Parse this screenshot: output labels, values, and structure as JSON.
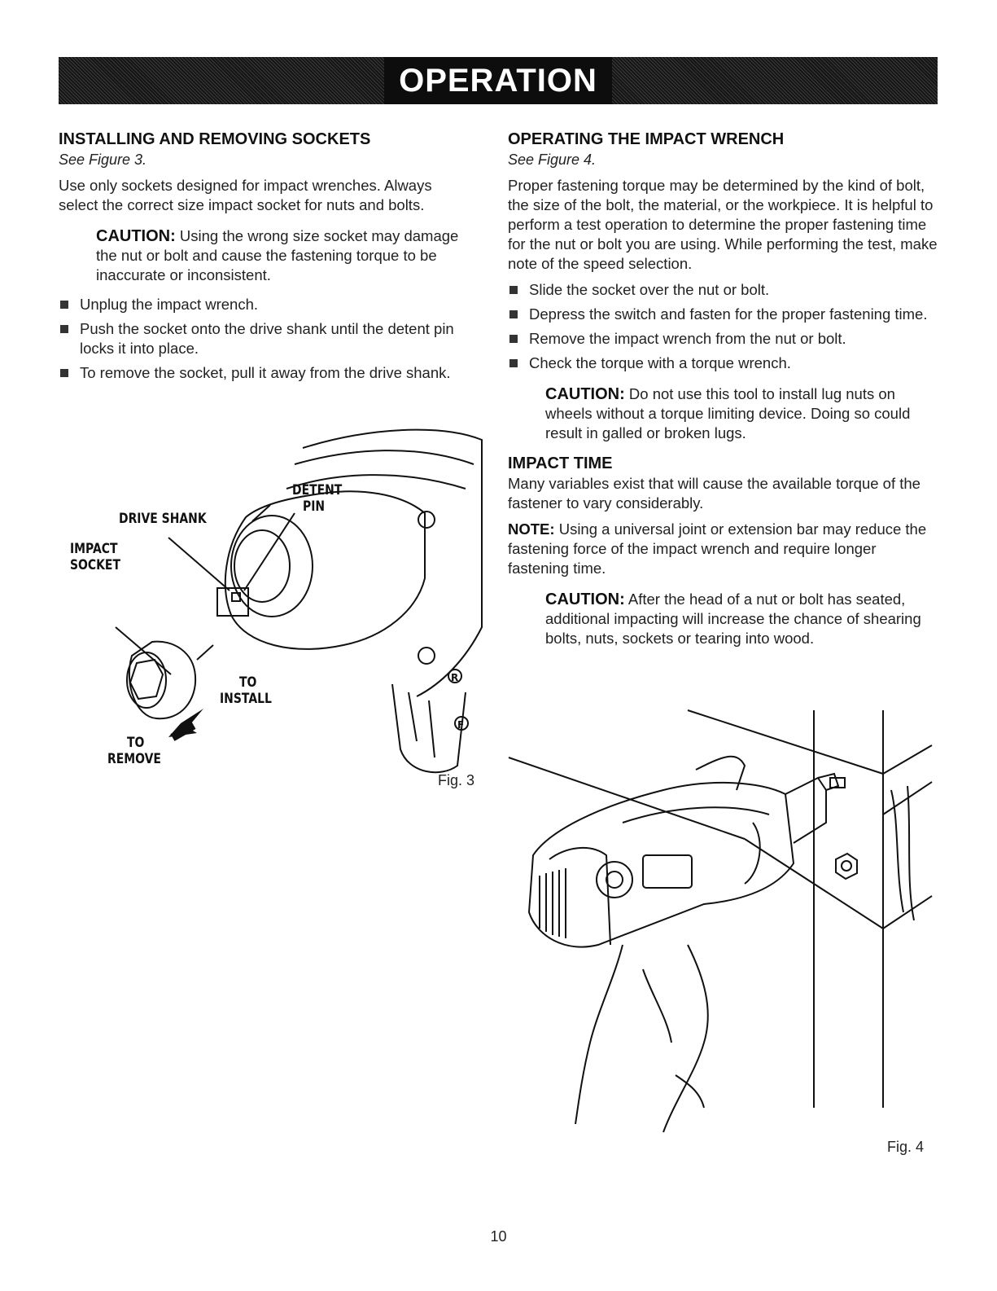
{
  "banner": {
    "title": "OPERATION"
  },
  "left": {
    "heading": "INSTALLING AND REMOVING SOCKETS",
    "see_figure": "See Figure 3.",
    "intro": "Use only sockets designed for impact wrenches. Always select the correct size impact socket for nuts and bolts.",
    "caution": {
      "label": "CAUTION:",
      "text": " Using the wrong size socket may damage the nut or bolt and cause the fastening torque to be inaccurate or inconsistent."
    },
    "bullets": [
      "Unplug the impact wrench.",
      "Push the socket onto the drive shank until the detent pin locks it into place.",
      "To remove the socket, pull it away from the drive shank."
    ]
  },
  "figure3": {
    "caption": "Fig. 3",
    "labels": {
      "detent": "DETENT",
      "pin": "PIN",
      "drive_shank": "DRIVE SHANK",
      "impact": "IMPACT",
      "socket": "SOCKET",
      "to_install_1": "TO",
      "to_install_2": "INSTALL",
      "to_remove_1": "TO",
      "to_remove_2": "REMOVE"
    },
    "markers": {
      "r": "R",
      "f": "F"
    }
  },
  "right": {
    "heading": "OPERATING THE IMPACT WRENCH",
    "see_figure": "See Figure 4.",
    "intro": "Proper fastening torque may be determined by the kind of bolt, the size of the bolt, the material, or the workpiece. It is helpful to perform a test operation to determine the proper fastening time for the nut or bolt you are using. While performing the test, make note of the speed selection.",
    "bullets": [
      "Slide the socket over the nut or bolt.",
      "Depress the switch and fasten for the proper fastening time.",
      "Remove the impact wrench from the nut or bolt.",
      "Check the torque with a torque wrench."
    ],
    "caution1": {
      "label": "CAUTION:",
      "text": " Do not use this tool to install lug nuts on wheels without a torque limiting device. Doing so could result in galled or broken lugs."
    },
    "impact_heading": "IMPACT TIME",
    "impact_text": "Many variables exist that will cause the available torque of the fastener to vary considerably.",
    "note": {
      "label": "NOTE:",
      "text": " Using a universal joint or extension bar may reduce the fastening force of the impact wrench and require longer fastening time."
    },
    "caution2": {
      "label": "CAUTION:",
      "text": " After the head of a nut or bolt has seated, additional impacting will increase the chance of shearing bolts, nuts, sockets or tearing into wood."
    }
  },
  "figure4": {
    "caption": "Fig. 4"
  },
  "page_number": "10"
}
